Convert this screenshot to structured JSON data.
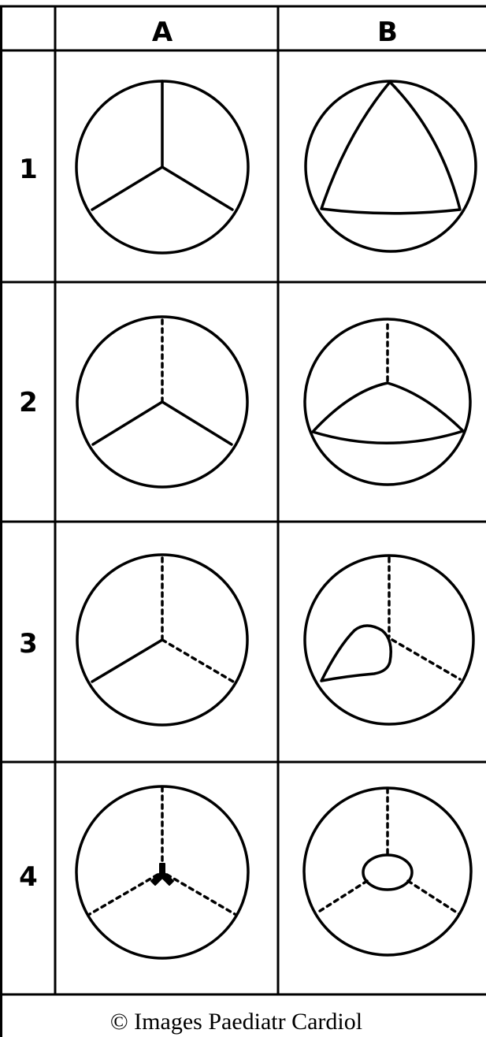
{
  "columns": [
    {
      "key": "col-a",
      "label": "A"
    },
    {
      "key": "col-b",
      "label": "B"
    }
  ],
  "rows": [
    {
      "label": "1"
    },
    {
      "label": "2"
    },
    {
      "label": "3"
    },
    {
      "label": "4"
    }
  ],
  "footer": {
    "credit": "© Images Paediatr Cardiol"
  },
  "colors": {
    "ink": "#000000",
    "background": "#ffffff"
  }
}
